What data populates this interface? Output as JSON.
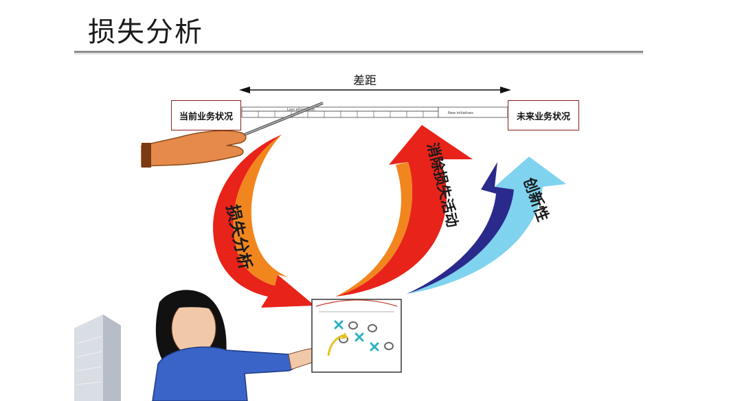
{
  "title": "损失分析",
  "gap_label": "差距",
  "current_state": "当前业务状况",
  "future_state": "未来业务状况",
  "arrows": {
    "loss_analysis": "损失分析",
    "eliminate_loss": "消除损失活动",
    "innovation": "创新性"
  },
  "bar": {
    "left_caption": "Loss elimination",
    "right_caption": "New initiatives"
  },
  "colors": {
    "red": "#e8231a",
    "orange": "#f2861e",
    "cyan": "#7fd3ef",
    "navy": "#2a2a8c",
    "box_border": "#8b1a1a"
  }
}
